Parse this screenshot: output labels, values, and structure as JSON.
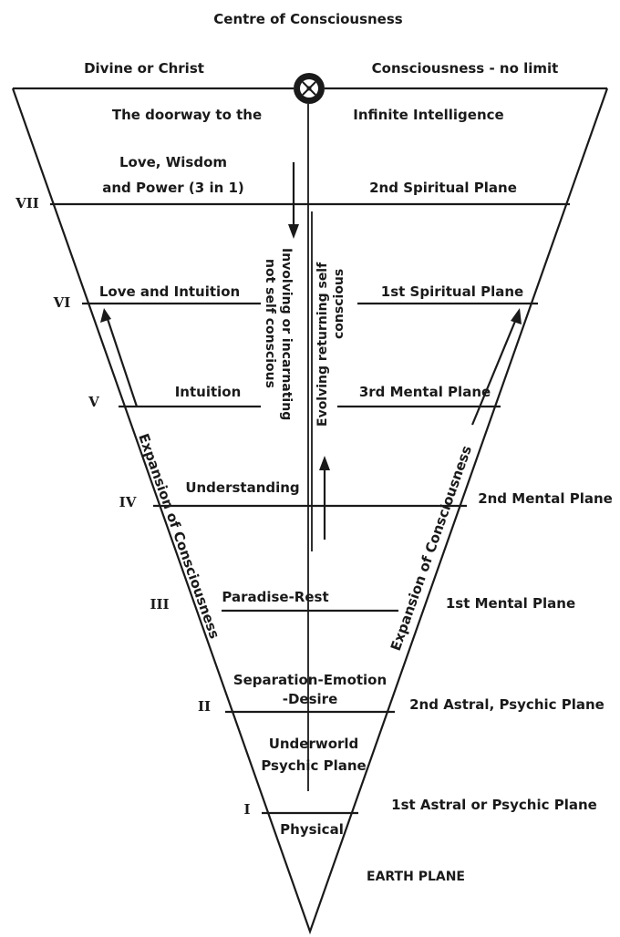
{
  "header": {
    "title": "Centre of Consciousness",
    "top_left": "Divine or Christ",
    "top_right": "Consciousness - no limit",
    "doorway_left": "The doorway to the",
    "doorway_right": "Infinite Intelligence"
  },
  "levels": {
    "vii": {
      "numeral": "VII",
      "left_line1": "Love, Wisdom",
      "left_line2": "and Power (3 in 1)",
      "right": "2nd Spiritual Plane"
    },
    "vi": {
      "numeral": "VI",
      "left": "Love and Intuition",
      "right": "1st Spiritual Plane"
    },
    "v": {
      "numeral": "V",
      "left": "Intuition",
      "right": "3rd Mental Plane"
    },
    "iv": {
      "numeral": "IV",
      "left": "Understanding",
      "right": "2nd Mental Plane"
    },
    "iii": {
      "numeral": "III",
      "left": "Paradise-Rest",
      "right": "1st Mental Plane"
    },
    "ii": {
      "numeral": "II",
      "left_line1": "Separation-Emotion",
      "left_line2": "-Desire",
      "right": "2nd Astral, Psychic Plane"
    },
    "i": {
      "numeral": "I",
      "above_line1": "Underworld",
      "above_line2": "Psychic Plane",
      "inside": "Physical",
      "right": "1st Astral or Psychic Plane"
    }
  },
  "earth": "EARTH PLANE",
  "center": {
    "involving_line1": "Involving or incarnating",
    "involving_line2": "not self conscious",
    "evolving_line1": "Evolving returning self",
    "evolving_line2": "conscious"
  },
  "sides": {
    "left": "Expansion of Consciousness",
    "right": "Expansion of Consciousness"
  }
}
